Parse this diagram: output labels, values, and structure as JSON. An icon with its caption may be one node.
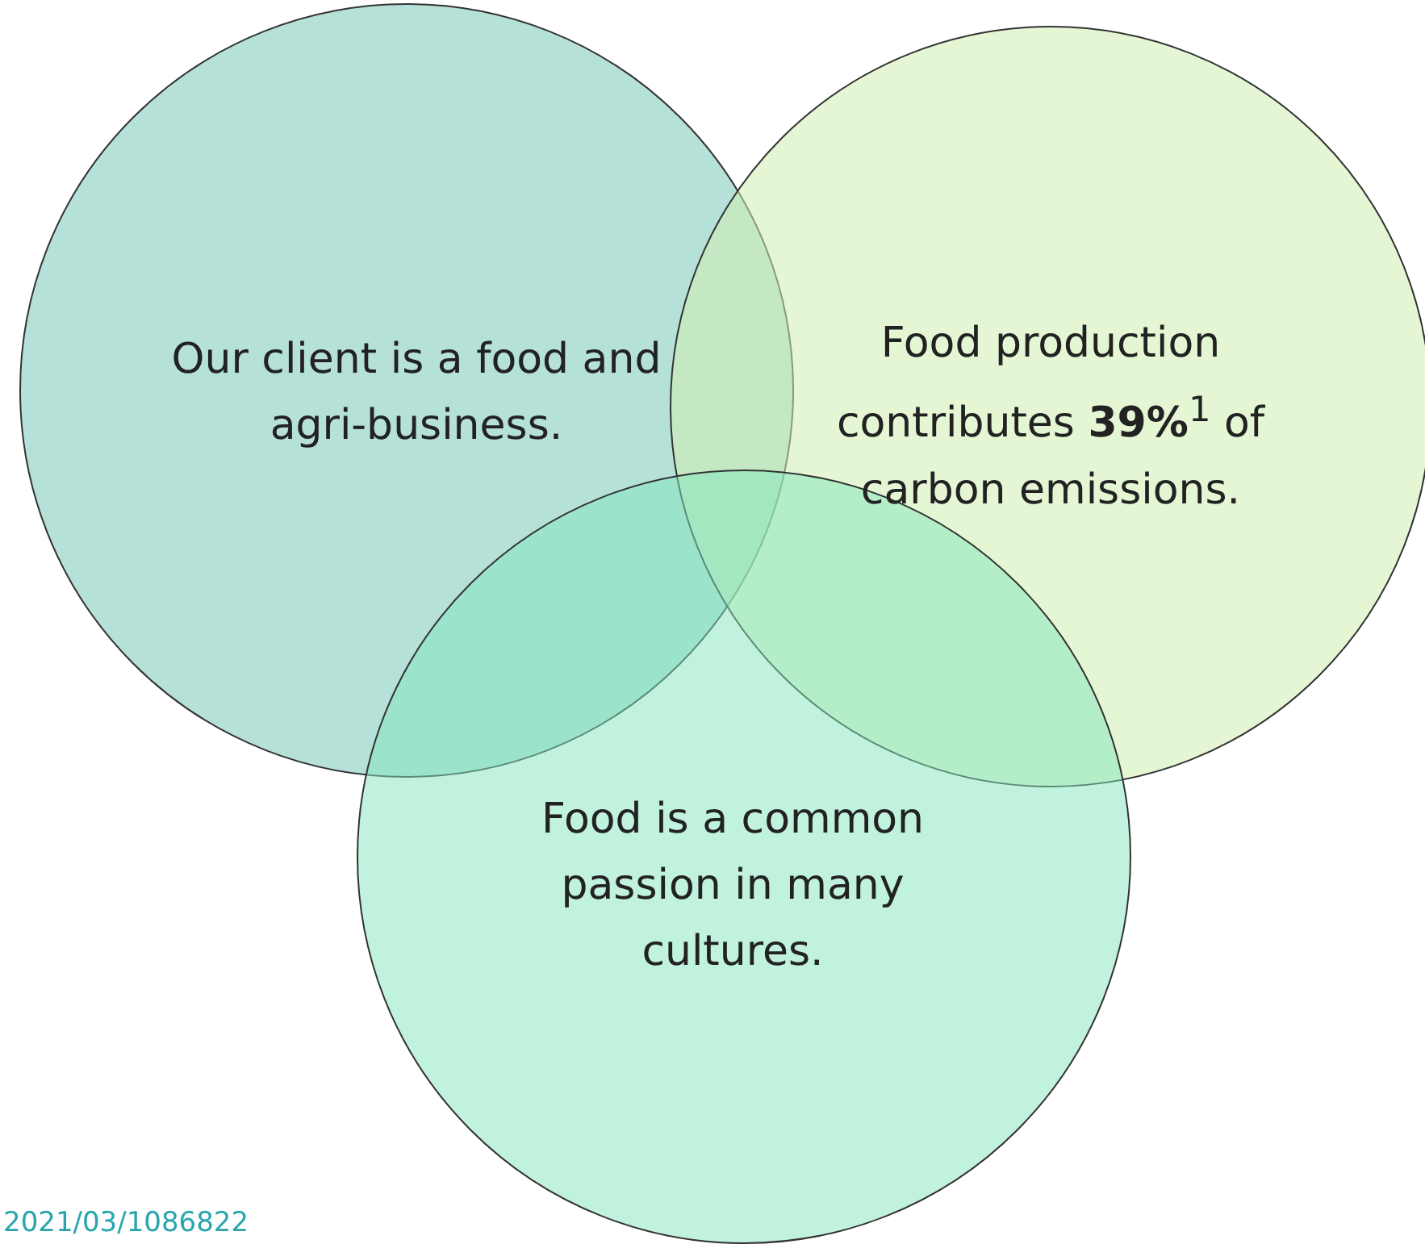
{
  "diagram": {
    "nodes": [
      {
        "text": [
          "Our client is a food and agri-business."
        ]
      },
      {
        "text": [
          "Food production contributes **39%**$^{1}$ of carbon emissions."
        ]
      },
      {
        "text": [
          "Food is a common passion in many cultures."
        ]
      }
    ],
    "labels": [
      "2021/03/1086822"
    ]
  }
}
